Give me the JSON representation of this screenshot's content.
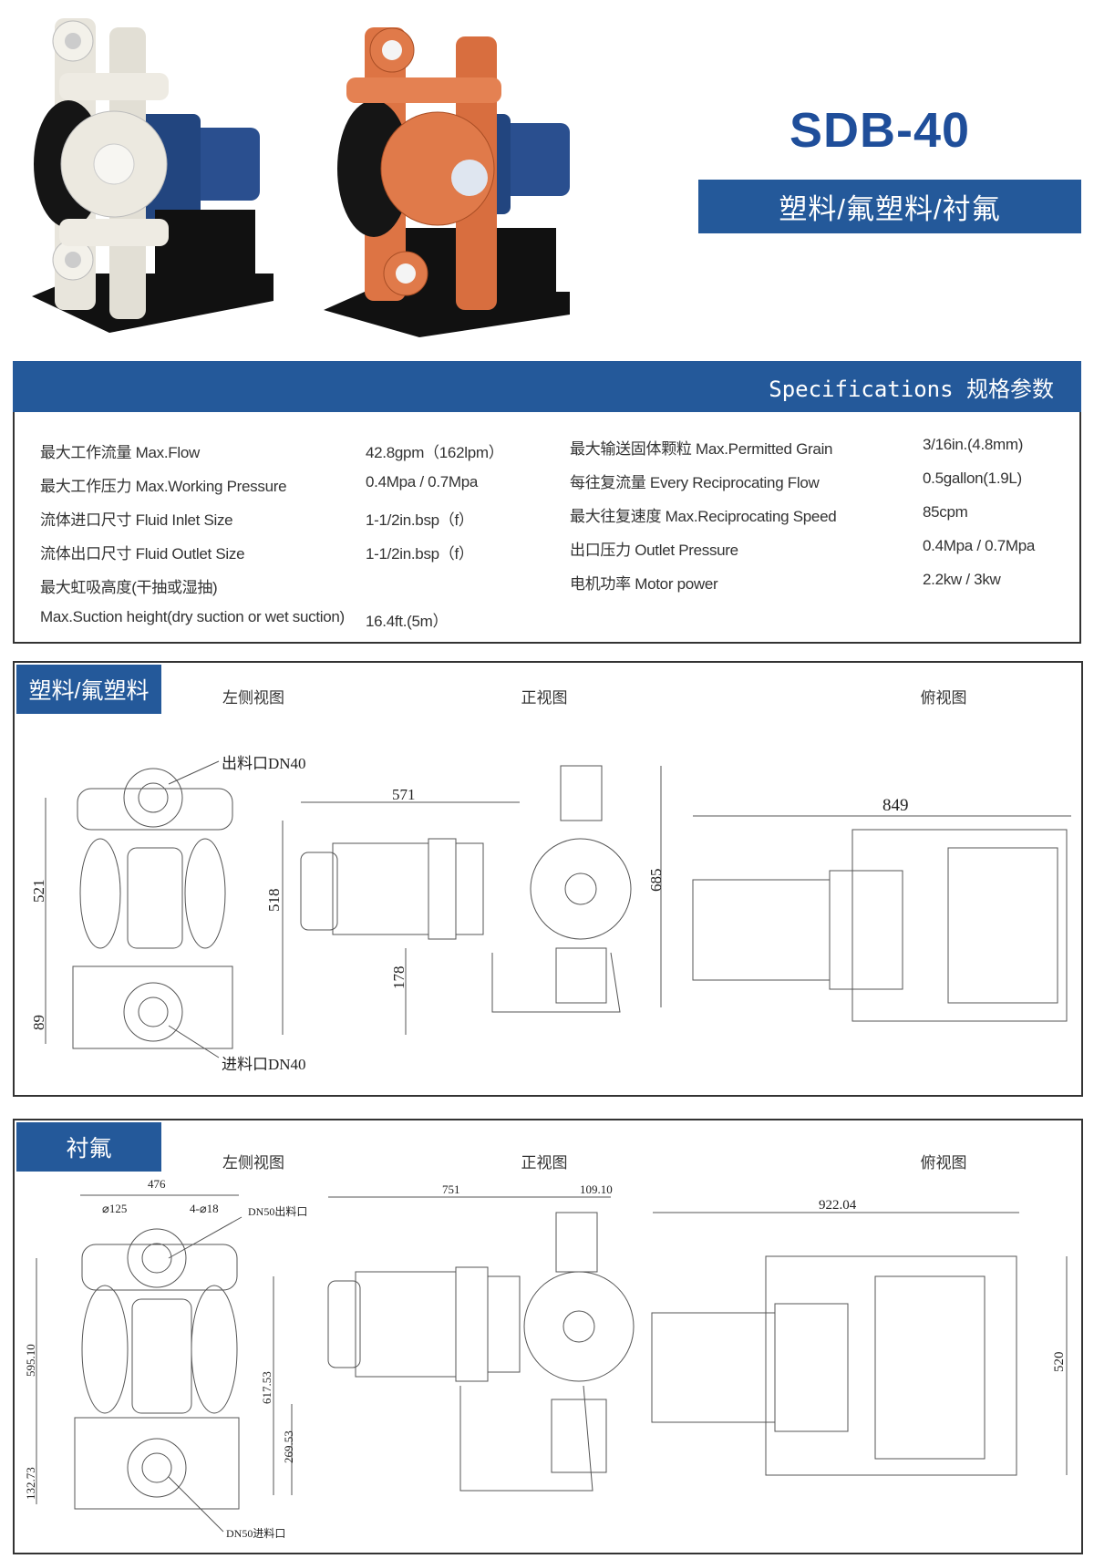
{
  "header": {
    "model": "SDB-40",
    "materials": "塑料/氟塑料/衬氟"
  },
  "specs": {
    "band_title": "Specifications 规格参数",
    "left": [
      {
        "label": "最大工作流量 Max.Flow",
        "value": "42.8gpm（162lpm）"
      },
      {
        "label": "最大工作压力 Max.Working Pressure",
        "value": "0.4Mpa / 0.7Mpa"
      },
      {
        "label": "流体进口尺寸 Fluid Inlet Size",
        "value": "1-1/2in.bsp（f）"
      },
      {
        "label": "流体出口尺寸 Fluid Outlet Size",
        "value": "1-1/2in.bsp（f）"
      },
      {
        "label": "最大虹吸高度(干抽或湿抽)",
        "value": ""
      },
      {
        "label": "Max.Suction height(dry suction or wet suction)",
        "value": "16.4ft.(5m）"
      }
    ],
    "right": [
      {
        "label": "最大输送固体颗粒 Max.Permitted Grain",
        "value": "3/16in.(4.8mm)"
      },
      {
        "label": "每往复流量 Every Reciprocating Flow",
        "value": "0.5gallon(1.9L)"
      },
      {
        "label": "最大往复速度 Max.Reciprocating Speed",
        "value": "85cpm"
      },
      {
        "label": "出口压力 Outlet Pressure",
        "value": "0.4Mpa / 0.7Mpa"
      },
      {
        "label": "电机功率 Motor power",
        "value": "2.2kw / 3kw"
      }
    ]
  },
  "section_plastic": {
    "tab": "塑料/氟塑料",
    "views": [
      "左侧视图",
      "正视图",
      "俯视图"
    ],
    "dims": {
      "outlet": "出料口DN40",
      "inlet": "进料口DN40",
      "h521": "521",
      "h89": "89",
      "w571": "571",
      "h518": "518",
      "h178": "178",
      "h685": "685",
      "w849": "849"
    }
  },
  "section_lined": {
    "tab": "衬氟",
    "views": [
      "左侧视图",
      "正视图",
      "俯视图"
    ],
    "dims": {
      "w476": "476",
      "d125": "⌀125",
      "holes": "4-⌀18",
      "outlet": "DN50出料口",
      "inlet": "DN50进料口",
      "h595": "595.10",
      "h132": "132.73",
      "w751": "751",
      "w109": "109.10",
      "h617": "617.53",
      "h269": "269.53",
      "w922": "922.04",
      "h520": "520"
    }
  },
  "colors": {
    "brand_blue": "#24599a",
    "title_blue": "#1f4e9a",
    "pump_white": "#ece9e0",
    "pump_orange": "#e07a4a",
    "motor_blue": "#2a4f8f"
  }
}
